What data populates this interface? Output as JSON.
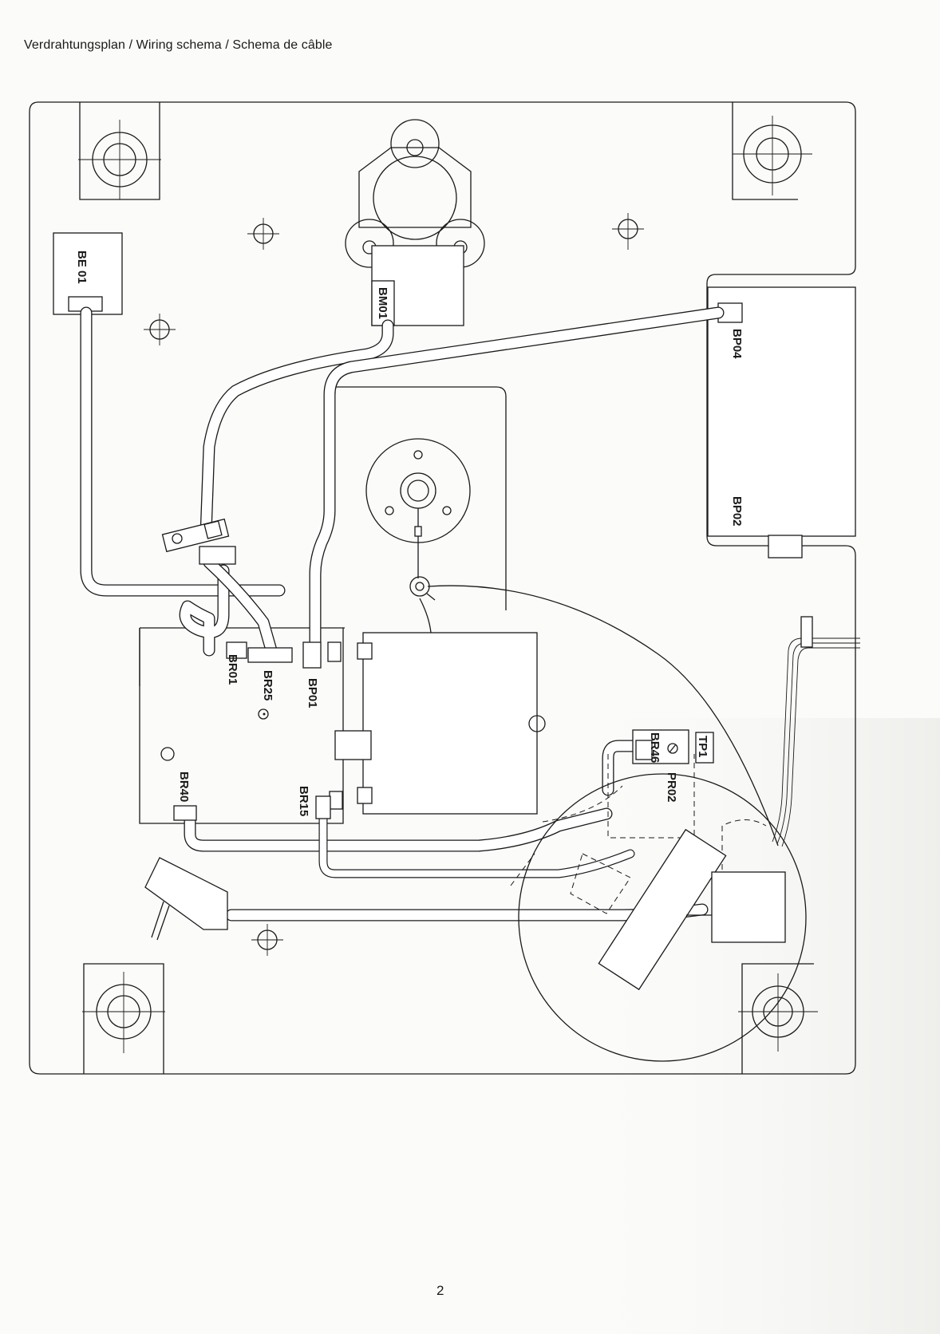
{
  "page": {
    "title": "Verdrahtungsplan / Wiring schema / Schema de câble",
    "page_number": "2"
  },
  "diagram": {
    "components": [
      {
        "id": "BE 01"
      },
      {
        "id": "BM01"
      },
      {
        "id": "BP04"
      },
      {
        "id": "BP02"
      },
      {
        "id": "BR01"
      },
      {
        "id": "BR25"
      },
      {
        "id": "BP01"
      },
      {
        "id": "BR40"
      },
      {
        "id": "BR15"
      },
      {
        "id": "BR46"
      },
      {
        "id": "PR02"
      },
      {
        "id": "TP1"
      }
    ]
  }
}
